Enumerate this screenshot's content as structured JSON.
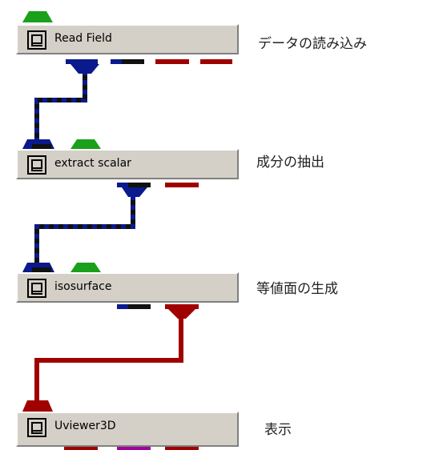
{
  "modules": [
    {
      "label": "Read Field",
      "caption": "データの読み込み"
    },
    {
      "label": "extract scalar",
      "caption": "成分の抽出"
    },
    {
      "label": "isosurface",
      "caption": "等値面の生成"
    },
    {
      "label": "Uviewer3D",
      "caption": "表示"
    }
  ],
  "colors": {
    "panel": "#d4d0c8",
    "port_field": "#0a1a8c",
    "port_scalar": "#0a1a8c",
    "port_geom": "#a00000",
    "port_param": "#1aa01a",
    "port_extra": "#a000a0",
    "wire_dark": "#111111"
  }
}
